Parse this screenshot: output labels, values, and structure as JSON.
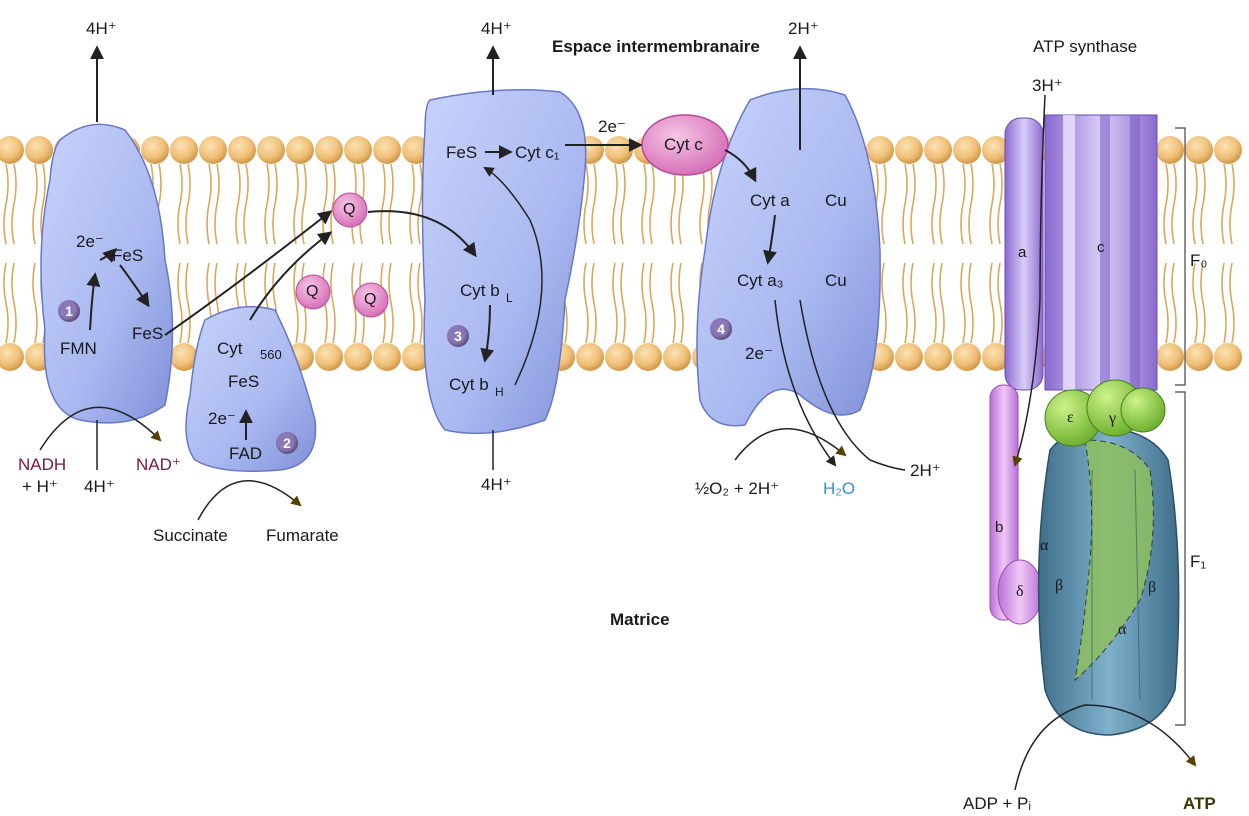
{
  "title_intermembrane": "Espace intermembranaire",
  "title_matrix": "Matrice",
  "title_atp_synthase": "ATP synthase",
  "protons": {
    "c1_top": "4H⁺",
    "c1_bottom": "4H⁺",
    "c3_top": "4H⁺",
    "c3_bottom": "4H⁺",
    "c4_top": "2H⁺",
    "c4_right": "2H⁺",
    "atp_top": "3H⁺"
  },
  "complex1": {
    "number": "1",
    "e": "2e⁻",
    "fes1": "FeS",
    "fes2": "FeS",
    "fmn": "FMN",
    "nadh": "NADH",
    "plus_h": "+ H⁺",
    "nad": "NAD⁺"
  },
  "complex2": {
    "number": "2",
    "cyt": "Cyt",
    "cyt_sub": "560",
    "fes": "FeS",
    "e": "2e⁻",
    "fad": "FAD",
    "succinate": "Succinate",
    "fumarate": "Fumarate"
  },
  "quinone": "Q",
  "complex3": {
    "number": "3",
    "fes": "FeS",
    "cyt_c1": "Cyt c₁",
    "cyt_bl": "Cyt b",
    "cyt_bl_sub": "L",
    "cyt_bh": "Cyt b",
    "cyt_bh_sub": "H",
    "e": "2e⁻"
  },
  "cytc": "Cyt c",
  "complex4": {
    "number": "4",
    "cyt_a": "Cyt a",
    "cu1": "Cu",
    "cyt_a3": "Cyt a₃",
    "cu2": "Cu",
    "e": "2e⁻",
    "oxygen": "½O₂ + 2H⁺",
    "water": "H₂O"
  },
  "atp": {
    "sub_a": "a",
    "sub_c": "c",
    "sub_b": "b",
    "delta": "δ",
    "epsilon": "ε",
    "gamma": "γ",
    "alpha1": "α",
    "alpha2": "α",
    "beta1": "β",
    "beta2": "β",
    "f0": "F₀",
    "f1": "F₁",
    "adp": "ADP + Pᵢ",
    "atp": "ATP"
  },
  "colors": {
    "complex_fill": "#aab9f0",
    "cytc_fill": "#e88ec8",
    "lipid_head": "#f0c078",
    "nadh_text": "#7a1a3a",
    "water_text": "#3a8fd8",
    "atp_text": "#3a3a00"
  }
}
